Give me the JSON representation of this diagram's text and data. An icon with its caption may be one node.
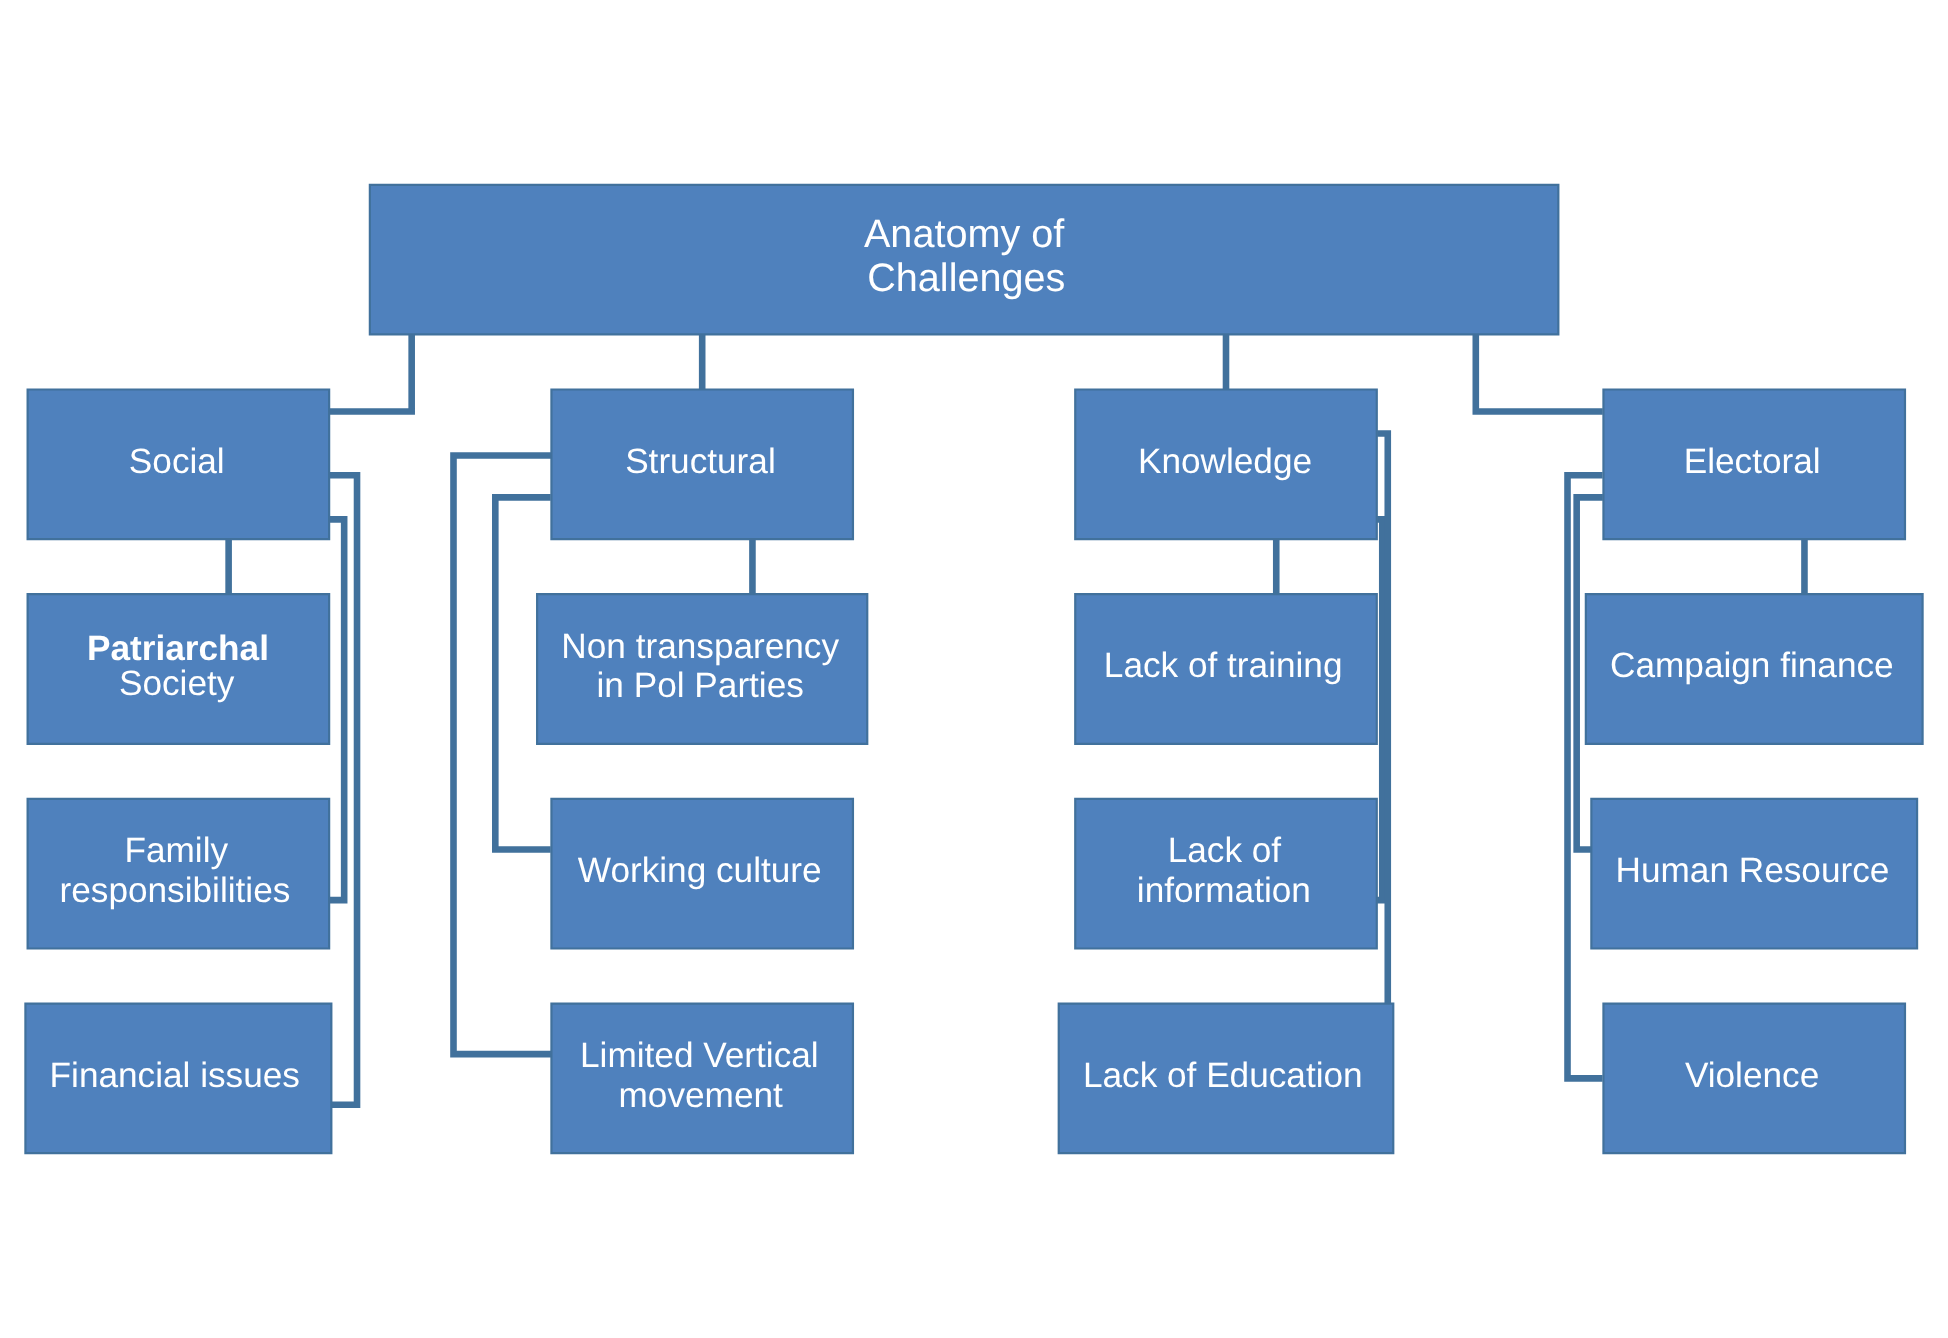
{
  "diagram": {
    "nodes": [
      {
        "text": [
          "Anatomy of Challenges"
        ]
      },
      {
        "text": [
          "Social"
        ]
      },
      {
        "text": [
          "**Patriarchal** Society"
        ]
      },
      {
        "text": [
          "Family responsibilities"
        ]
      },
      {
        "text": [
          "Financial issues"
        ]
      },
      {
        "text": [
          "Structural"
        ]
      },
      {
        "text": [
          "Non transparency in Pol Parties"
        ]
      },
      {
        "text": [
          "Working culture"
        ]
      },
      {
        "text": [
          "Limited Vertical movement"
        ]
      },
      {
        "text": [
          "Knowledge"
        ]
      },
      {
        "text": [
          "Lack of training"
        ]
      },
      {
        "text": [
          "Lack of information"
        ]
      },
      {
        "text": [
          "Lack of Education"
        ]
      },
      {
        "text": [
          "Electoral"
        ]
      },
      {
        "text": [
          "Campaign finance"
        ]
      },
      {
        "text": [
          "Human Resource"
        ]
      },
      {
        "text": [
          "Violence"
        ]
      }
    ],
    "edges": [
      {
        "from": 0,
        "to": 1,
        "arrow": "none"
      },
      {
        "from": 0,
        "to": 5,
        "arrow": "none"
      },
      {
        "from": 0,
        "to": 9,
        "arrow": "none"
      },
      {
        "from": 0,
        "to": 13,
        "arrow": "none"
      },
      {
        "from": 1,
        "to": 2,
        "arrow": "none"
      },
      {
        "from": 1,
        "to": 3,
        "arrow": "none"
      },
      {
        "from": 1,
        "to": 4,
        "arrow": "none"
      },
      {
        "from": 5,
        "to": 6,
        "arrow": "none"
      },
      {
        "from": 5,
        "to": 7,
        "arrow": "none"
      },
      {
        "from": 5,
        "to": 8,
        "arrow": "none"
      },
      {
        "from": 9,
        "to": 10,
        "arrow": "none"
      },
      {
        "from": 9,
        "to": 11,
        "arrow": "none"
      },
      {
        "from": 9,
        "to": 12,
        "arrow": "none"
      },
      {
        "from": 13,
        "to": 14,
        "arrow": "none"
      },
      {
        "from": 13,
        "to": 15,
        "arrow": "none"
      },
      {
        "from": 13,
        "to": 16,
        "arrow": "none"
      }
    ]
  }
}
